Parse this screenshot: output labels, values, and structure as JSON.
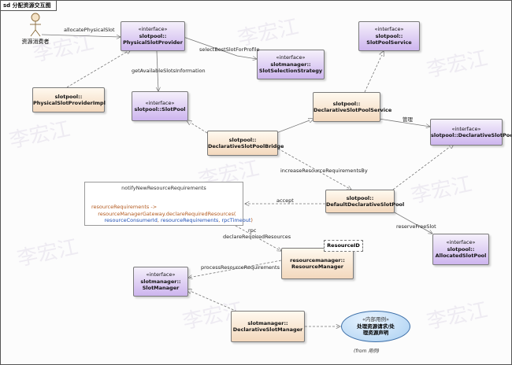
{
  "frame": {
    "title": "sd 分配资源交互图"
  },
  "actor": {
    "label": "资源消费者"
  },
  "boxes": {
    "physical_slot_provider": {
      "stereotype": "«interface»",
      "name1": "slotpool::",
      "name2": "PhysicalSlotProvider"
    },
    "slot_pool_service": {
      "stereotype": "«interface»",
      "name1": "slotpool::",
      "name2": "SlotPoolService"
    },
    "slot_selection_strategy": {
      "stereotype": "«interface»",
      "name1": "slotmanager::",
      "name2": "SlotSelectionStrategy"
    },
    "physical_slot_provider_impl": {
      "name1": "slotpool::",
      "name2": "PhysicalSlotProviderImpl"
    },
    "slot_pool": {
      "stereotype": "«interface»",
      "name1": "slotpool::SlotPool"
    },
    "declarative_slot_pool_service": {
      "name1": "slotpool::",
      "name2": "DeclarativeSlotPoolService"
    },
    "declarative_slot_pool": {
      "stereotype": "«interface»",
      "name1": "slotpool::DeclarativeSlotPool"
    },
    "declarative_slot_pool_bridge": {
      "name1": "slotpool::",
      "name2": "DeclarativeSlotPoolBridge"
    },
    "default_declarative_slot_pool": {
      "name1": "slotpool::",
      "name2": "DefaultDeclarativeSlotPool"
    },
    "resource_manager": {
      "name1": "resourcemanager::",
      "name2": "ResourceManager"
    },
    "allocated_slot_pool": {
      "stereotype": "«interface»",
      "name1": "slotpool::",
      "name2": "AllocatedSlotPool"
    },
    "slot_manager": {
      "stereotype": "«interface»",
      "name1": "slotmanager::",
      "name2": "SlotManager"
    },
    "declarative_slot_manager": {
      "name1": "slotmanager::",
      "name2": "DeclarativeSlotManager"
    }
  },
  "resource_id": {
    "label": "ResourceID"
  },
  "note": {
    "header": "notifyNewResourceRequirements",
    "line1": "resourceRequirements ->",
    "line2": "    resourceManagerGateway.declareRequiredResources(",
    "arg1": "resourceConsumerId",
    "sep1": ", ",
    "arg2": "resourceRequirements",
    "sep2": ", ",
    "arg3": "rpcTimeout",
    "close": ")"
  },
  "usecase": {
    "stereotype": "«内部用例»",
    "line1": "处理资源请求/处",
    "line2": "理资源声明"
  },
  "from_label": "(from 用例)",
  "labels": {
    "allocate_physical_slot": "allocatePhysicalSlot",
    "select_best_slot": "selectBestSlotForProfile",
    "get_available_slots": "getAvailableSlotsInformation",
    "manage": "管理",
    "increase_resource": "increaseResourceRequirementsBy",
    "accept": "accept",
    "reserve_free_slot": "reserveFreeSlot",
    "rpc": "rpc",
    "declare_required": "declareRequiredResources",
    "process_resource": "processResourceRequirements"
  },
  "watermark": "李宏江",
  "colors": {
    "interface": "#cdb5ee",
    "implementation": "#f3d8bd",
    "usecase": "#a9cff1"
  }
}
